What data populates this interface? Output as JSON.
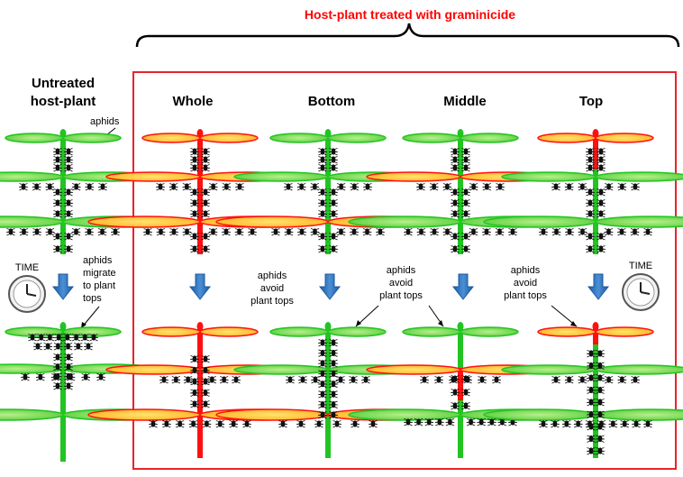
{
  "header": {
    "title": "Host-plant treated with graminicide"
  },
  "untreated": {
    "label_line1": "Untreated",
    "label_line2": "host-plant",
    "aphids_label": "aphids",
    "migrate_line1": "aphids",
    "migrate_line2": "migrate",
    "migrate_line3": "to  plant",
    "migrate_line4": "tops",
    "time_label": "TIME"
  },
  "treatments": [
    {
      "label": "Whole",
      "avoid_line1": "aphids",
      "avoid_line2": "avoid",
      "avoid_line3": "plant tops"
    },
    {
      "label": "Bottom",
      "avoid_line1": "aphids",
      "avoid_line2": "avoid",
      "avoid_line3": "plant tops"
    },
    {
      "label": "Middle",
      "avoid_line1": "aphids",
      "avoid_line2": "avoid",
      "avoid_line3": "plant tops"
    },
    {
      "label": "Top",
      "time_label": "TIME"
    }
  ],
  "colors": {
    "title_red": "#ff0000",
    "box_red": "#e8232a",
    "healthy_green": "#22c422",
    "leaf_green_fill": "#8fe06a",
    "treated_red": "#ff1010",
    "treated_leaf_fill": "#ffd84a",
    "arrow_blue": "#2f6fb7",
    "aphid_black": "#111111"
  }
}
